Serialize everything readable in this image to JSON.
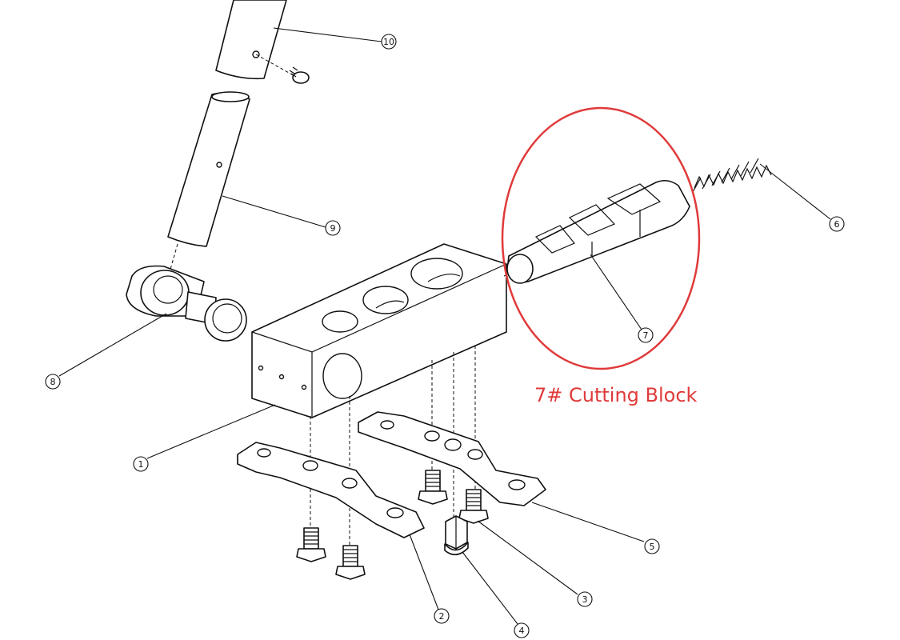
{
  "callout": {
    "label": "7# Cutting Block",
    "highlight_color": "#e03a3a"
  },
  "balloons": [
    {
      "id": "balloon-1",
      "text": "1"
    },
    {
      "id": "balloon-2",
      "text": "2"
    },
    {
      "id": "balloon-3",
      "text": "3"
    },
    {
      "id": "balloon-4",
      "text": "4"
    },
    {
      "id": "balloon-5",
      "text": "5"
    },
    {
      "id": "balloon-6",
      "text": "6"
    },
    {
      "id": "balloon-7",
      "text": "7"
    },
    {
      "id": "balloon-8",
      "text": "8"
    },
    {
      "id": "balloon-9",
      "text": "9"
    },
    {
      "id": "balloon-10",
      "text": "10"
    }
  ]
}
